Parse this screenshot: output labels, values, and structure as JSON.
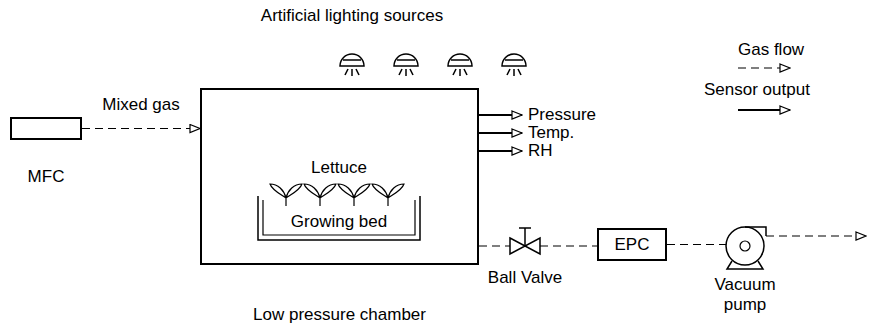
{
  "diagram": {
    "nodes": [
      {
        "text": [
          "MFC"
        ]
      },
      {
        "text": [
          "Low pressure chamber"
        ]
      },
      {
        "text": [
          "Lettuce",
          "Growing bed"
        ],
        "in": 1
      },
      {
        "text": [
          "Ball Valve"
        ]
      },
      {
        "text": [
          "EPC"
        ]
      },
      {
        "text": [
          "Vacuum pump"
        ]
      }
    ],
    "edges": [
      {
        "from": 0,
        "to": 1,
        "arrow": "to",
        "label": "Mixed gas"
      },
      {
        "from": 1,
        "to": 3,
        "arrow": "none"
      },
      {
        "from": 3,
        "to": 4,
        "arrow": "none"
      },
      {
        "from": 4,
        "to": 5,
        "arrow": "none"
      }
    ],
    "labels": [
      "Artificial lighting sources",
      "Pressure",
      "Temp.",
      "RH"
    ],
    "legend": [
      {
        "text": "Gas flow"
      },
      {
        "text": "Sensor output"
      }
    ]
  }
}
